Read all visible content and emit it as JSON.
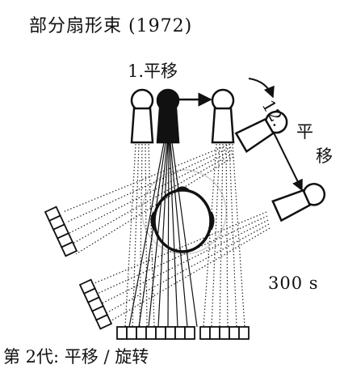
{
  "title": "部分扇形束 (1972)",
  "step1_label": "1.平移",
  "step2_label_num": "12.",
  "step2_label_a": "平",
  "step2_label_b": "移",
  "scan_time": "300  s",
  "caption": "第 2代: 平移 / 旋转",
  "colors": {
    "ink": "#111111",
    "dots": "#222222",
    "faint": "#cfcfcf"
  }
}
